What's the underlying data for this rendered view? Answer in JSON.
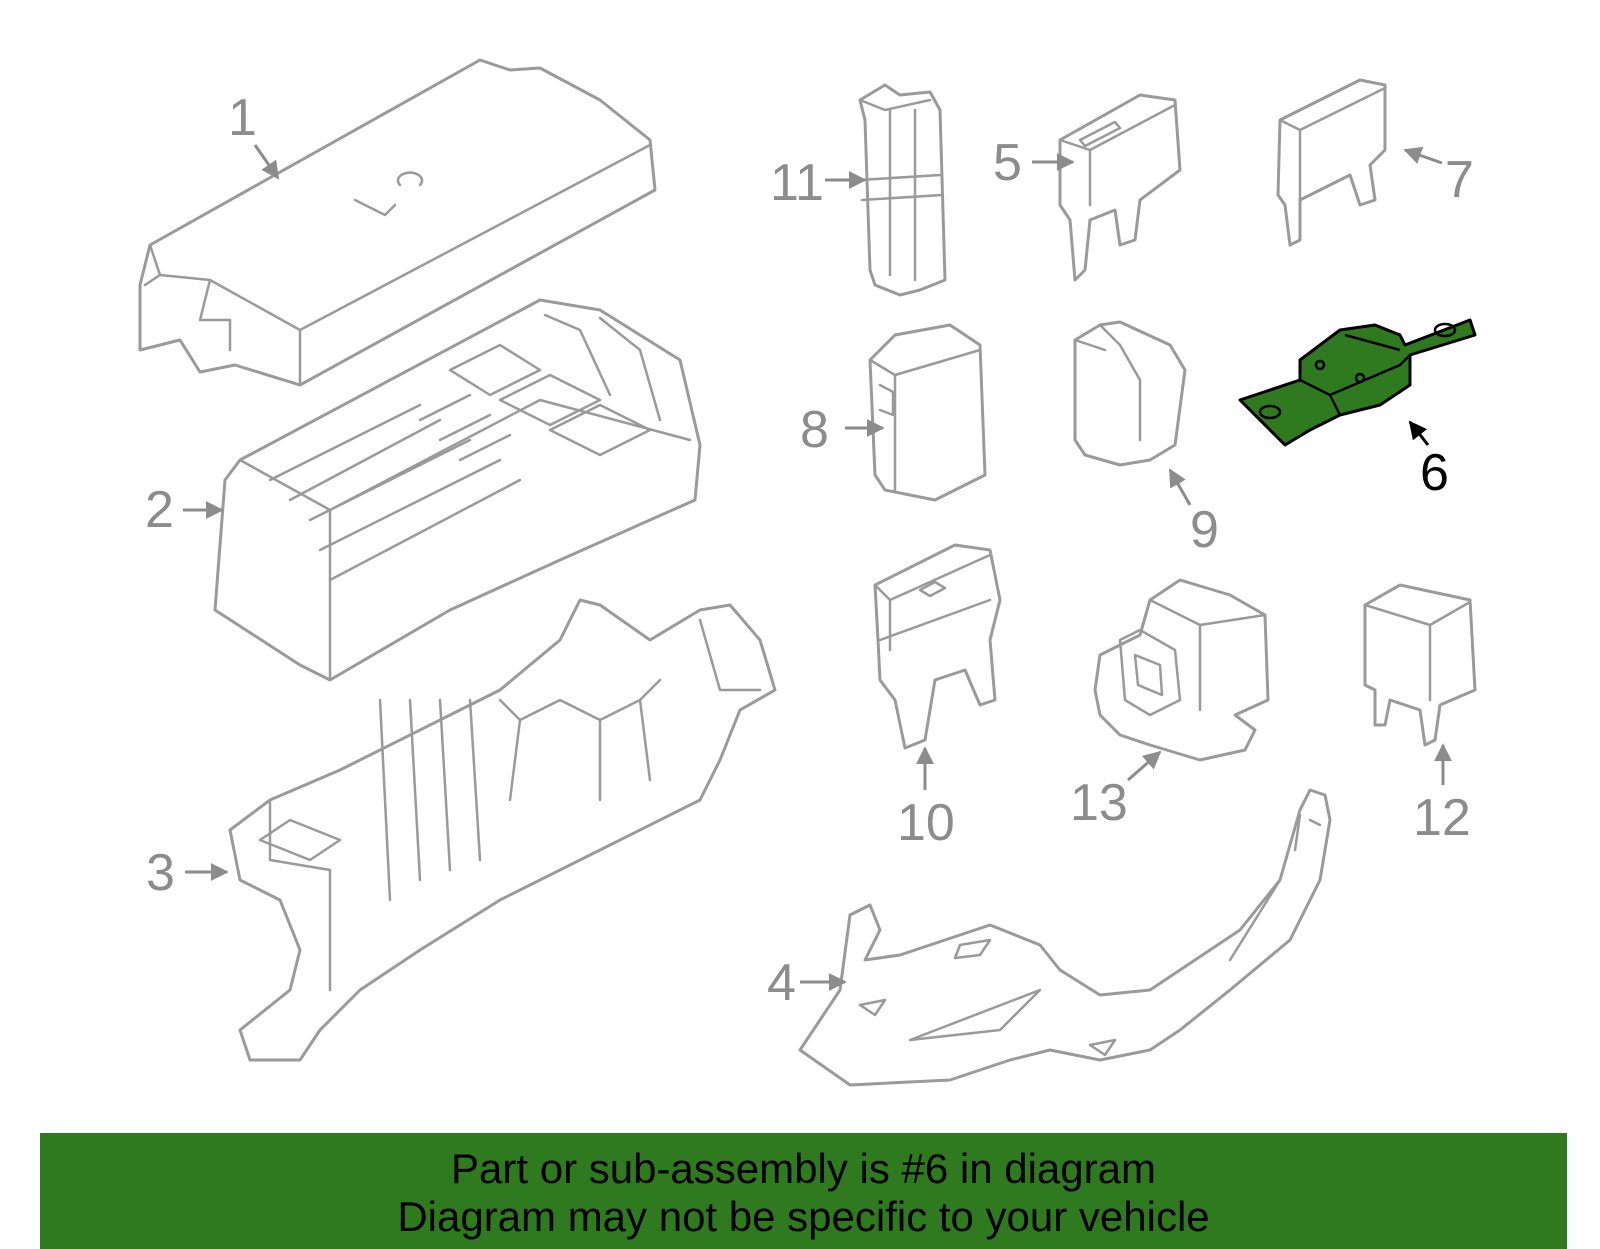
{
  "diagram": {
    "highlighted_part": "6",
    "callouts": [
      "1",
      "2",
      "3",
      "4",
      "5",
      "6",
      "7",
      "8",
      "9",
      "10",
      "11",
      "12",
      "13"
    ]
  },
  "banner": {
    "line1": "Part or sub-assembly is #6 in diagram",
    "line2": "Diagram may not be specific to your vehicle"
  },
  "colors": {
    "highlight": "#2f7a1f",
    "line_art": "#9a9a9a",
    "callout_text": "#8c8c8c"
  }
}
